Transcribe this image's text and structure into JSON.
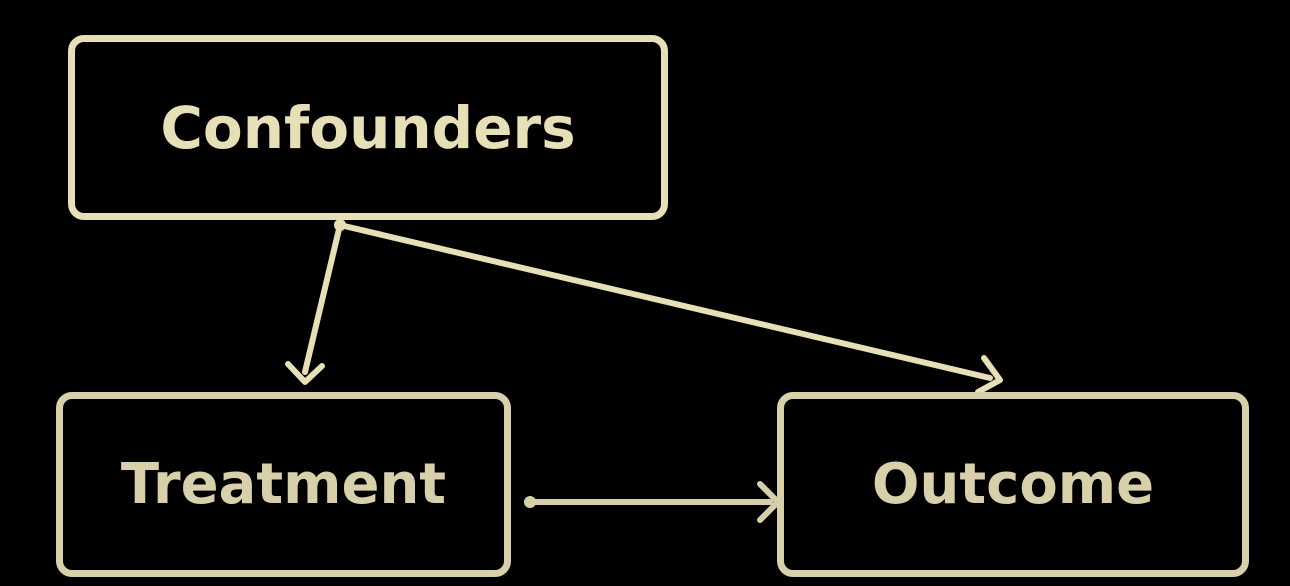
{
  "diagram": {
    "nodes": {
      "confounders": {
        "label": "Confounders"
      },
      "treatment": {
        "label": "Treatment"
      },
      "outcome": {
        "label": "Outcome"
      }
    },
    "edges": [
      {
        "from": "confounders",
        "to": "treatment"
      },
      {
        "from": "confounders",
        "to": "outcome"
      },
      {
        "from": "treatment",
        "to": "outcome"
      }
    ],
    "colors": {
      "background": "#000000",
      "stroke": "#e7dfb6",
      "stroke_muted": "#d8d0ab"
    }
  }
}
